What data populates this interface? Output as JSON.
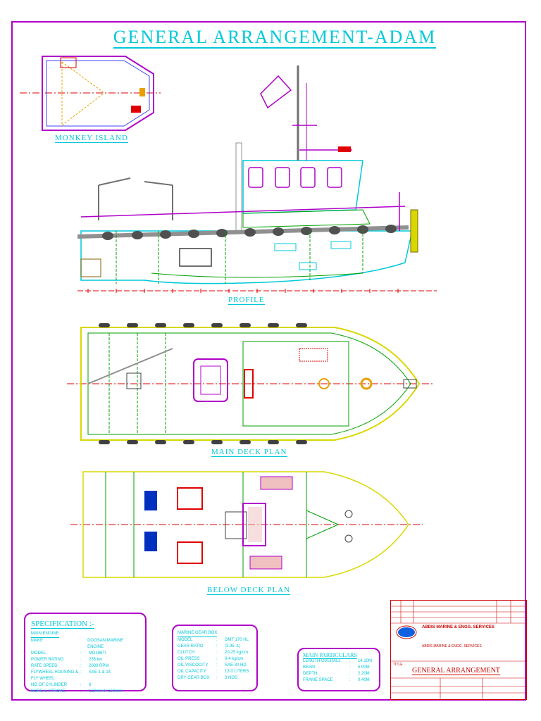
{
  "title": "GENERAL ARRANGEMENT-ADAM",
  "views": {
    "monkey_island": "MONKEY ISLAND",
    "profile": "PROFILE",
    "main_deck_plan": "MAIN DECK PLAN",
    "below_deck_plan": "BELOW DECK PLAN"
  },
  "specification": {
    "title": "SPECIFICATION :-",
    "section": "MAIN ENGINE",
    "rows": [
      {
        "key": "MAKE",
        "value": "DOOSAN MARINE ENGINE"
      },
      {
        "key": "MODEL",
        "value": "MD196TI"
      },
      {
        "key": "POWER RATING",
        "value": "235 kw"
      },
      {
        "key": "RATE SPEED",
        "value": "2000 RPM"
      },
      {
        "key": "FLYWHEEL HOUSING & FLY WHEEL",
        "value": "SAE 1 & 14"
      },
      {
        "key": "NO OF CYLINDER",
        "value": "6"
      },
      {
        "key": "BORE & STROKE",
        "value": "123mm X 150mm"
      }
    ]
  },
  "gearbox": {
    "title": "MARINE GEAR BOX",
    "rows": [
      {
        "key": "MODEL",
        "value": "DMT 170 HL"
      },
      {
        "key": "GEAR RATIO",
        "value": "(3.95 :1)"
      },
      {
        "key": "CLUTCH",
        "value": "20-25 kg/cm"
      },
      {
        "key": "OIL PRESS",
        "value": "0-4 kg/cm"
      },
      {
        "key": "OIL VISCOCITY",
        "value": "SAE 30 HD"
      },
      {
        "key": "OIL CAPACITY",
        "value": "13.0 LITERS"
      },
      {
        "key": "DRY GEAR BOX",
        "value": "3 NOS"
      }
    ]
  },
  "particulars": {
    "title": "MAIN PARTICULARS",
    "rows": [
      {
        "key": "LENGTH OVERALL",
        "value": "14.10M"
      },
      {
        "key": "BEAM",
        "value": "5.00M"
      },
      {
        "key": "DEPTH",
        "value": "2.20M"
      },
      {
        "key": "FRAME SPACE",
        "value": "0.40M"
      }
    ]
  },
  "title_block": {
    "company": "ABDIS MARINE & ENGG. SERVICES",
    "company_note": "ABDIS MARINE & ENGG. SERVICES",
    "drawing_title": "GENERAL ARRANGEMENT",
    "title_label": "TITLE"
  },
  "colors": {
    "frame": "#b000c8",
    "cyan": "#00c8d8",
    "red": "#e00000",
    "green": "#00a000",
    "yellow": "#d8d800"
  }
}
